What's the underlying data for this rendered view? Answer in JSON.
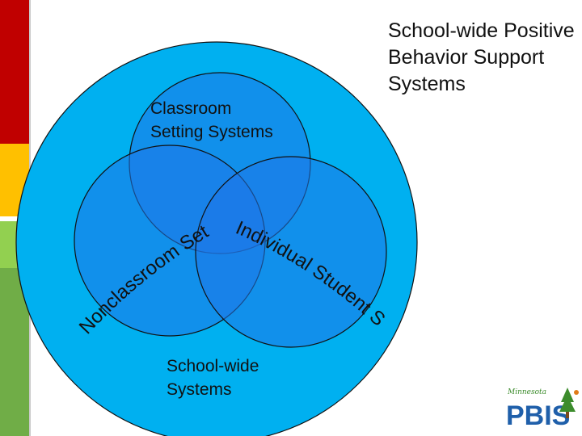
{
  "colors": {
    "bar_red": "#c00000",
    "bar_yellow": "#ffc000",
    "bar_green": "#70ad47",
    "big_circle": "#00b0f0",
    "venn_circle": "#1f77e8",
    "logo_blue": "#1f5faa",
    "logo_green": "#3c8c2c",
    "logo_orange": "#e07b1a"
  },
  "title": "School-wide Positive Behavior Support Systems",
  "venn": {
    "classroom": [
      "Classroom",
      "Setting Systems"
    ],
    "nonclassroom": "Nonclassroom Setting Systems",
    "individual": "Individual Student Systems",
    "schoolwide": [
      "School-wide",
      "Systems"
    ]
  },
  "logo": {
    "script": "Minnesota",
    "text": "PBIS"
  }
}
